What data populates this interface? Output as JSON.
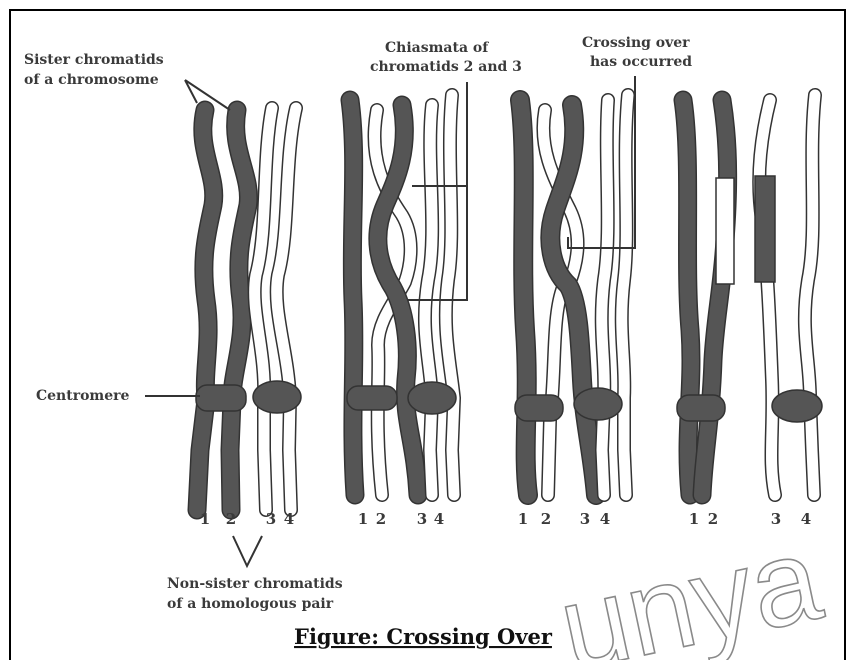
{
  "labels": {
    "sister_line1": "Sister chromatids",
    "sister_line2": "of a chromosome",
    "chiasmata_line1": "Chiasmata of",
    "chiasmata_line2": "chromatids 2 and 3",
    "crossing_line1": "Crossing over",
    "crossing_line2": "has occurred",
    "centromere": "Centromere",
    "nonsister_line1": "Non-sister chromatids",
    "nonsister_line2": "of a homologous pair"
  },
  "stages": [
    {
      "n1": "1",
      "n2": "2",
      "n3": "3",
      "n4": "4"
    },
    {
      "n1": "1",
      "n2": "2",
      "n3": "3",
      "n4": "4"
    },
    {
      "n1": "1",
      "n2": "2",
      "n3": "3",
      "n4": "4"
    },
    {
      "n1": "1",
      "n2": "2",
      "n3": "3",
      "n4": "4"
    }
  ],
  "caption": "Figure: Crossing Over",
  "watermark": "unya",
  "colors": {
    "dark_chromatid": "#555555",
    "light_chromatid": "#ffffff",
    "outline": "#333333",
    "frame": "#000000"
  }
}
